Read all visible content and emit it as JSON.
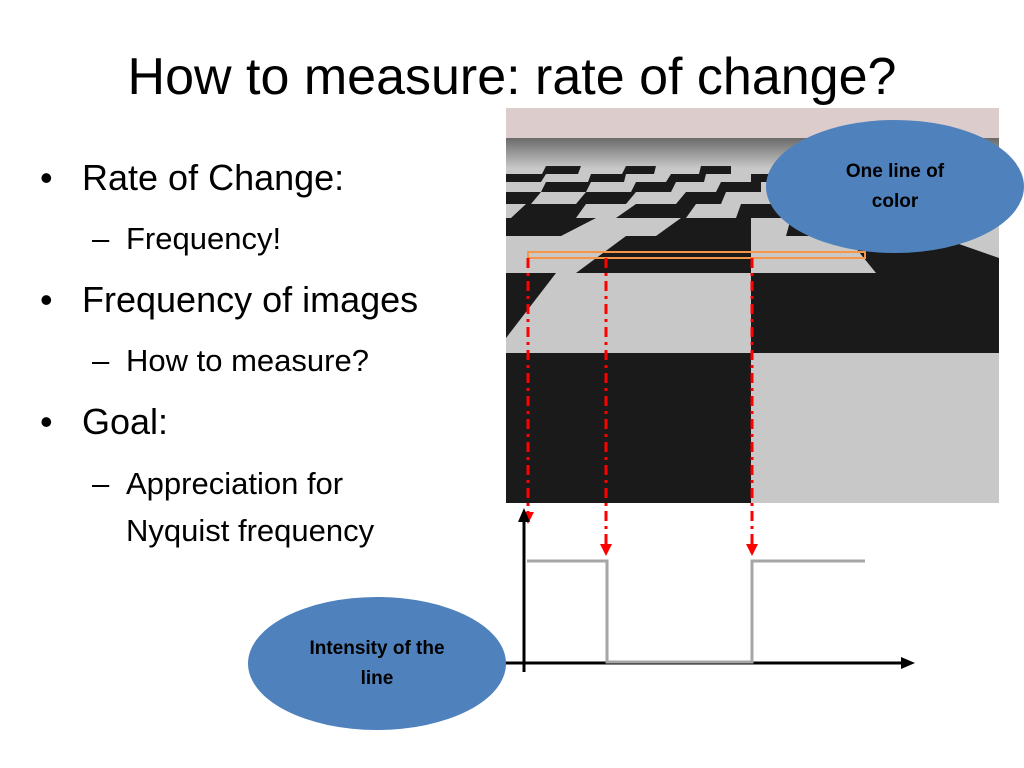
{
  "slide": {
    "title": "How to measure: rate of change?",
    "bullets": [
      {
        "text": "Rate of Change:",
        "sub": [
          "Frequency!"
        ]
      },
      {
        "text": "Frequency of images",
        "sub": [
          "How to measure?"
        ]
      },
      {
        "text": "Goal:",
        "sub": [
          "Appreciation for",
          "Nyquist frequency"
        ]
      }
    ],
    "bullet_symbol": "•",
    "dash_symbol": "–",
    "callout_top": [
      "One line of",
      "color"
    ],
    "callout_bottom": [
      "Intensity of the",
      "line"
    ],
    "colors": {
      "callout_fill": "#4f81bd",
      "arrow_red": "#ff0000",
      "scanline_orange": "#f79646",
      "signal_gray": "#a6a6a6",
      "checker_dark": "#1a1a1a",
      "checker_light": "#c8c8c8",
      "sky": "#dccccc"
    }
  }
}
